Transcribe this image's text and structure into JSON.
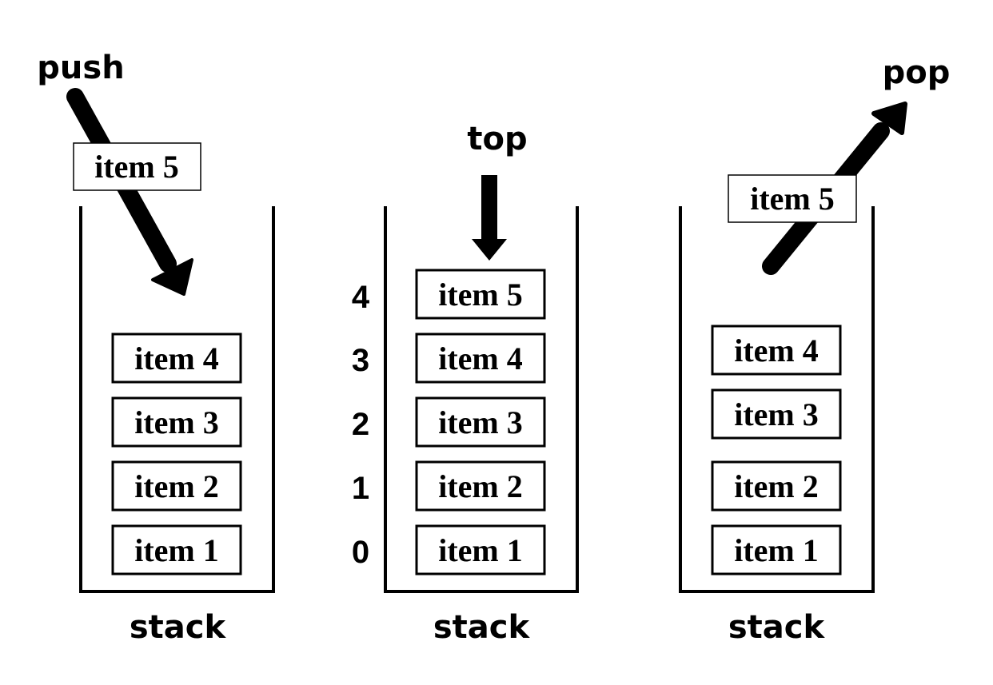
{
  "labels": {
    "push": "push",
    "top": "top",
    "pop": "pop"
  },
  "stacks": [
    {
      "caption": "stack",
      "items": [
        "item 1",
        "item 2",
        "item 3",
        "item 4"
      ],
      "incoming_item": "item 5"
    },
    {
      "caption": "stack",
      "items": [
        "item 1",
        "item 2",
        "item 3",
        "item 4",
        "item 5"
      ],
      "indices": [
        "0",
        "1",
        "2",
        "3",
        "4"
      ]
    },
    {
      "caption": "stack",
      "items": [
        "item 1",
        "item 2",
        "item 3",
        "item 4"
      ],
      "outgoing_item": "item 5"
    }
  ]
}
